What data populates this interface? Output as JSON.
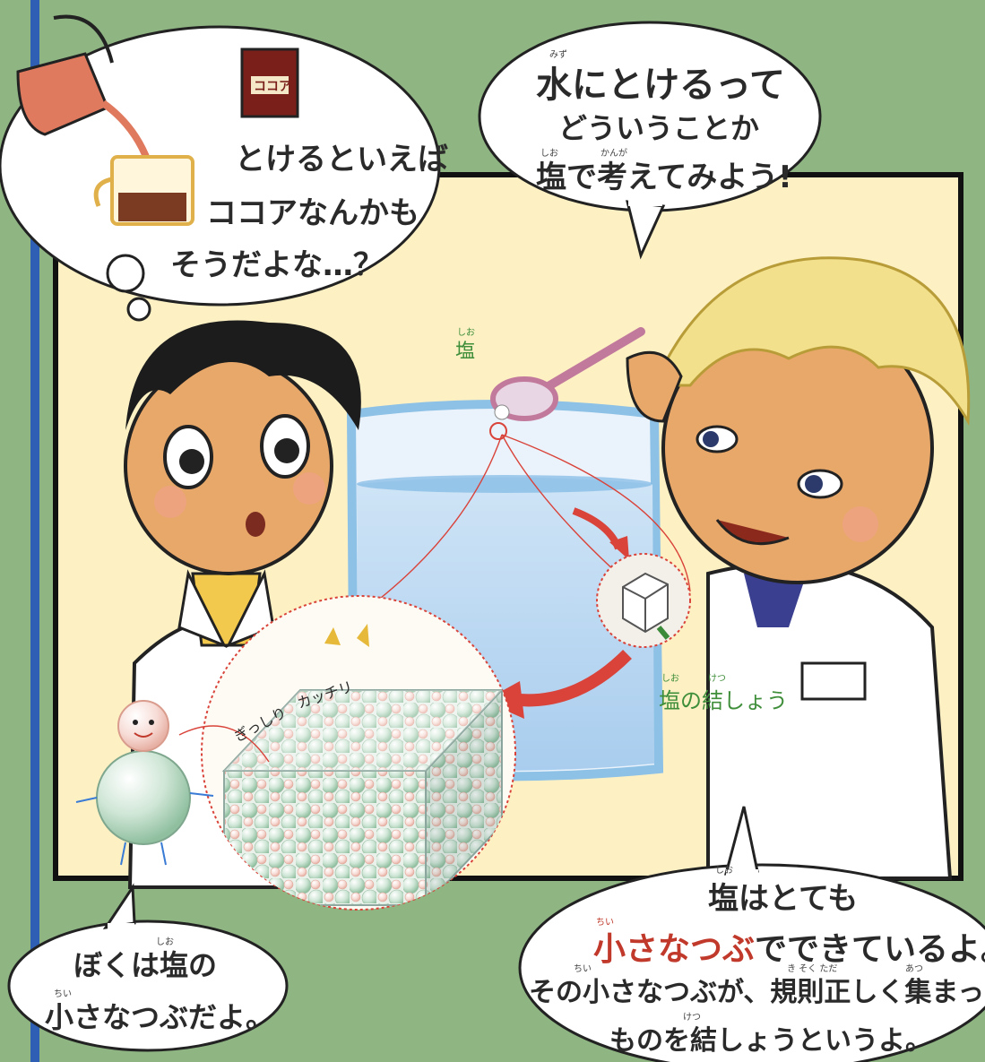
{
  "thought_bubble": {
    "lines": [
      "とけるといえば",
      "ココアなんかも",
      "そうだよな…？"
    ],
    "cocoa_can_label": "ココア"
  },
  "top_bubble": {
    "lines": [
      "水にとけるって",
      "どういうことか",
      "塩で考えてみよう!"
    ],
    "ruby": {
      "mizu": "みず",
      "shio": "しお",
      "kanga": "かんが"
    }
  },
  "labels": {
    "salt": "塩",
    "salt_ruby": "しお",
    "salt_crystal": "塩の結しょう",
    "salt_crystal_ruby_shio": "しお",
    "salt_crystal_ruby_ketsu": "けつ",
    "tight_1": "ぎっしり",
    "tight_2": "カッチリ"
  },
  "left_bubble": {
    "lines": [
      "ぼくは塩の",
      "小さなつぶだよ。"
    ],
    "ruby": {
      "shio": "しお",
      "chii": "ちい"
    }
  },
  "right_bubble": {
    "lines": [
      "塩はとても",
      "小さなつぶでできているよ。",
      "その小さなつぶが、規則正しく集まった",
      "ものを結しょうというよ。"
    ],
    "highlight": "小さなつぶ",
    "line2_rest": "でできているよ。",
    "ruby": {
      "shio": "しお",
      "chii": "ちい",
      "chii2": "ちい",
      "kisoku": "き そく ただ",
      "atsu": "あつ",
      "ketsu": "けつ"
    }
  },
  "colors": {
    "background": "#8fb583",
    "panel": "#fdf1c4",
    "frame": "#111111",
    "left_stripe": "#2f5fb4",
    "highlight_text": "#c0392b",
    "green_label": "#3f8e3a"
  }
}
